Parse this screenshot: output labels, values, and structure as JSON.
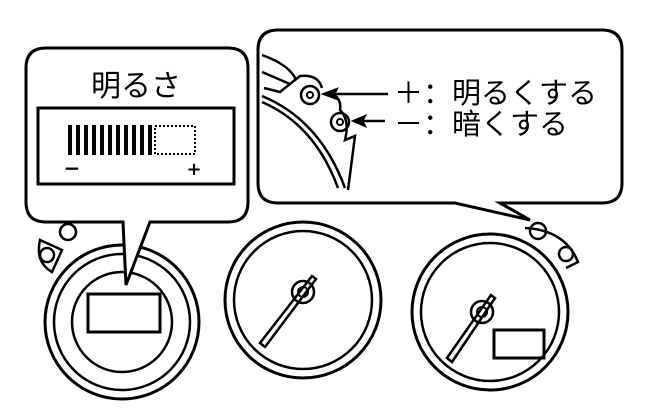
{
  "callout_brightness": {
    "title": "明るさ",
    "level_filled": 11,
    "level_total": 15,
    "minus_label": "−",
    "plus_label": "+"
  },
  "callout_buttons": {
    "plus_label": "＋：明るくする",
    "minus_label": "－：暗くする"
  },
  "colors": {
    "line": "#000000",
    "background": "#ffffff"
  }
}
